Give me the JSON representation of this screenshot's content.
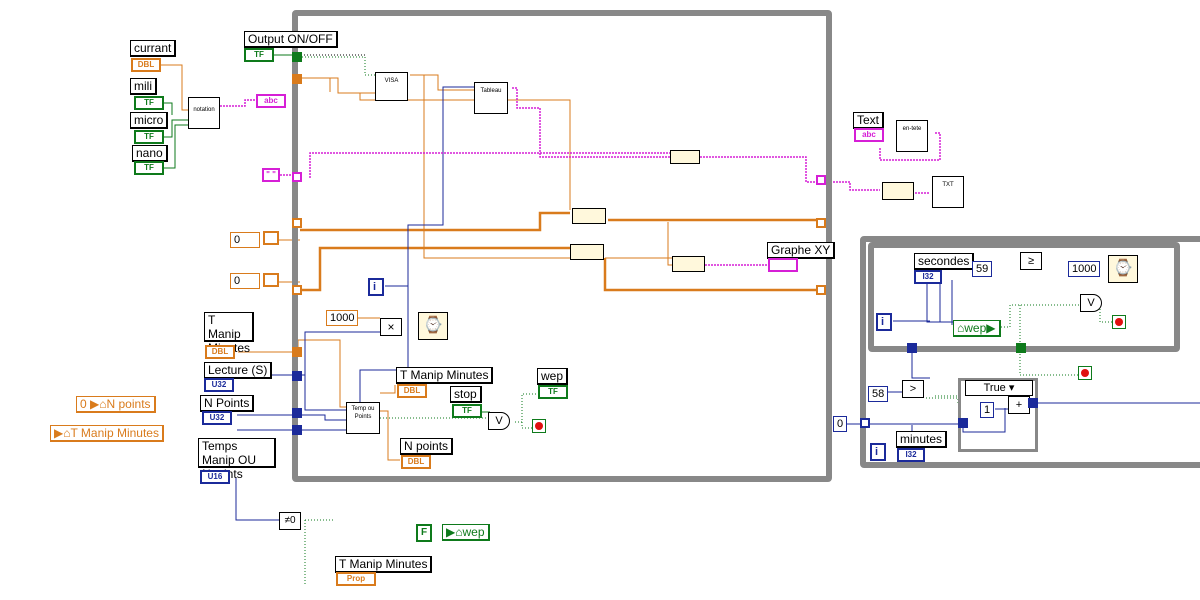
{
  "controls": {
    "currant": {
      "label": "currant",
      "terminal": "DBL"
    },
    "mili": {
      "label": "mili",
      "terminal": "TF"
    },
    "micro": {
      "label": "micro",
      "terminal": "TF"
    },
    "nano": {
      "label": "nano",
      "terminal": "TF"
    },
    "output_on_off": {
      "label": "Output ON/OFF",
      "terminal": "TF"
    },
    "t_manip_minutes": {
      "label": "T Manip Minutes",
      "terminal": "DBL"
    },
    "lecture": {
      "label": "Lecture (S)",
      "terminal": "U32"
    },
    "n_points": {
      "label": "N Points",
      "terminal": "U32"
    },
    "temps_manip": {
      "label": "Temps Manip OU Npoints",
      "terminal": "U16"
    },
    "stop": {
      "label": "stop",
      "terminal": "TF"
    },
    "text": {
      "label": "Text",
      "terminal": "abc"
    },
    "numeric_a": {
      "value": "0"
    },
    "numeric_b": {
      "value": "0"
    }
  },
  "indicators": {
    "string_out": {
      "terminal": "abc"
    },
    "wep": {
      "label": "wep",
      "terminal": "TF"
    },
    "graphe_xy": {
      "label": "Graphe XY"
    },
    "t_manip_out": {
      "label": "T Manip Minutes",
      "terminal": "DBL"
    },
    "n_points_out": {
      "label": "N points",
      "terminal": "DBL"
    },
    "t_manip_bottom": {
      "label": "T Manip Minutes"
    },
    "secondes": {
      "label": "secondes",
      "terminal": "I32"
    },
    "minutes": {
      "label": "minutes",
      "terminal": "I32"
    }
  },
  "property_nodes": {
    "n_points_node": "N points",
    "t_manip_node": "T Manip Minutes",
    "wep_local_1": "wep",
    "wep_local_2": "wep",
    "zero_const": "0",
    "false_const": "F"
  },
  "subvis": {
    "notation": "notation",
    "visa": "VISA",
    "tableau": "Tableau",
    "temp_ou_points": "Temp ou Points",
    "en_tete": "en-tete",
    "txt": "TXT"
  },
  "constants": {
    "c1000_a": "1000",
    "c1000_b": "1000",
    "c59": "59",
    "c58": "58",
    "c1": "1",
    "c0_loop": "0",
    "iter_i": "i",
    "iter_i2": "i",
    "iter_i3": "i"
  },
  "case_structure": {
    "selector": "True"
  },
  "colors": {
    "double": "#d97b1c",
    "boolean": "#0e7a1b",
    "integer": "#1b2a9a",
    "string": "#d61fd6",
    "structure": "#888888"
  }
}
